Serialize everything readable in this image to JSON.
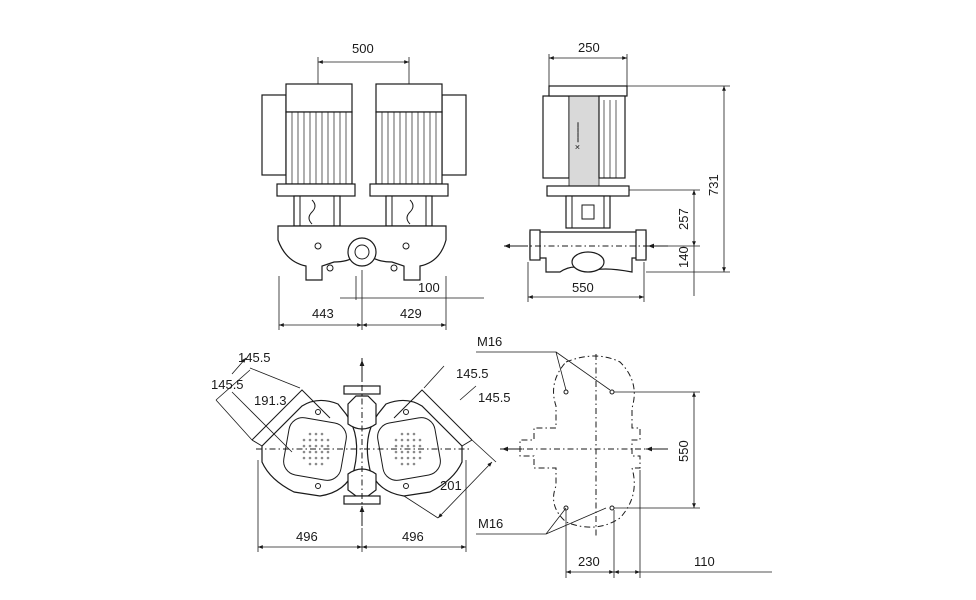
{
  "front_view": {
    "dim_motor_spacing": "500",
    "dim_left": "443",
    "dim_right": "429",
    "dim_pipe_offset": "100"
  },
  "side_view": {
    "dim_motor_width": "250",
    "dim_total_height": "731",
    "dim_upper_height": "257",
    "dim_base_height": "140",
    "dim_port_to_port": "550"
  },
  "top_view": {
    "dim_a": "145.5",
    "dim_b": "145.5",
    "dim_diag": "191.3",
    "dim_c": "145.5",
    "dim_d": "145.5",
    "dim_201": "201",
    "dim_left_width": "496",
    "dim_right_width": "496"
  },
  "foot_view": {
    "thread_top": "M16",
    "thread_bottom": "M16",
    "dim_height": "550",
    "dim_230": "230",
    "dim_110": "110"
  }
}
